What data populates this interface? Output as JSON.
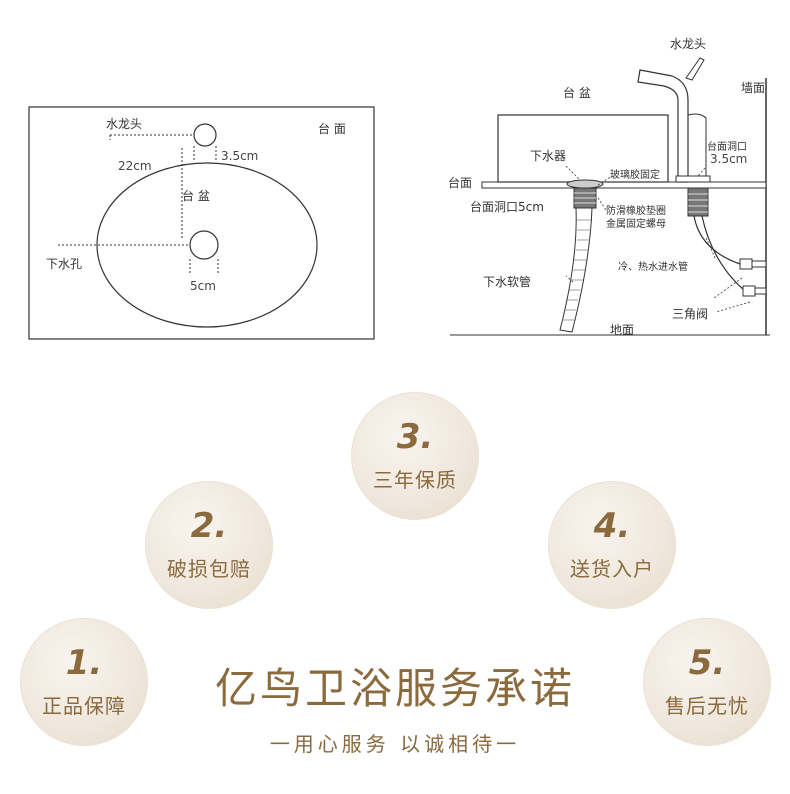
{
  "top_view": {
    "faucet_label": "水龙头",
    "countertop_label": "台 面",
    "faucet_hole_dim": "3.5cm",
    "distance_dim": "22cm",
    "basin_label": "台 盆",
    "drain_hole_label": "下水孔",
    "drain_hole_dim": "5cm"
  },
  "side_view": {
    "faucet_label": "水龙头",
    "basin_label": "台 盆",
    "wall_label": "墙面",
    "faucet_hole_label": "台面洞口",
    "faucet_hole_dim": "3.5cm",
    "drain_label": "下水器",
    "glass_glue_label": "玻璃胶固定",
    "countertop_label": "台面",
    "countertop_hole_label": "台面洞口5cm",
    "gasket_label": "防滑橡胶垫圈",
    "nut_label": "金属固定螺母",
    "supply_pipe_label": "冷、热水进水管",
    "drain_hose_label": "下水软管",
    "angle_valve_label": "三角阀",
    "floor_label": "地面"
  },
  "promises": [
    {
      "num": "1.",
      "text": "正品保障"
    },
    {
      "num": "2.",
      "text": "破损包赔"
    },
    {
      "num": "3.",
      "text": "三年保质"
    },
    {
      "num": "4.",
      "text": "送货入户"
    },
    {
      "num": "5.",
      "text": "售后无忧"
    }
  ],
  "brand": {
    "title": "亿鸟卫浴服务承诺",
    "subtitle": "一用心服务  以诚相待一"
  },
  "colors": {
    "accent": "#8b6a3e",
    "badge_bg": "#efe7dc",
    "line": "#333333"
  }
}
